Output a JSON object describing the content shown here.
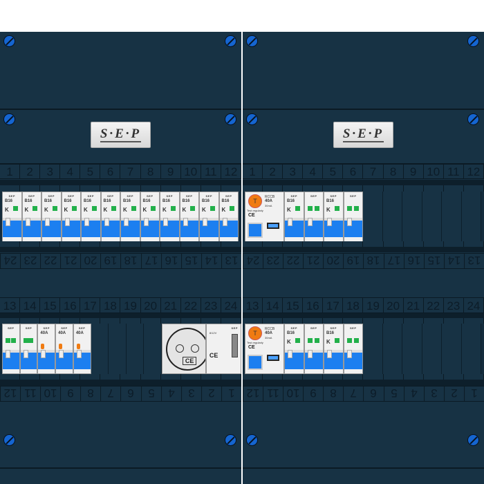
{
  "brand": "SEP",
  "logo_text": "S·E·P",
  "top_numbers": [
    "1",
    "2",
    "3",
    "4",
    "5",
    "6",
    "7",
    "8",
    "9",
    "10",
    "11",
    "12"
  ],
  "upper_flipped_numbers": [
    "24",
    "23",
    "22",
    "21",
    "20",
    "19",
    "18",
    "17",
    "16",
    "15",
    "14",
    "13"
  ],
  "lower_numbers": [
    "13",
    "14",
    "15",
    "16",
    "17",
    "18",
    "19",
    "20",
    "21",
    "22",
    "23",
    "24"
  ],
  "lower_flipped_numbers": [
    "12",
    "11",
    "10",
    "9",
    "8",
    "7",
    "6",
    "5",
    "4",
    "3",
    "2",
    "1"
  ],
  "colors": {
    "panel": "#173244",
    "lever": "#1c7ff0",
    "led": "#22b04a",
    "rcd_button": "#f07b12",
    "screw": "#1565d0"
  },
  "rcd": {
    "test": "T",
    "test_label": "Test regularly",
    "name": "RCCB",
    "rating": "40A",
    "sensitivity": "30mA",
    "ce": "CE"
  },
  "mcb": {
    "rating": "B16",
    "mark": "K"
  },
  "rcbo": {
    "rating": "40A"
  },
  "socket": {
    "ce": "CE"
  },
  "transformer": {
    "ce": "CE",
    "brand": "SEP",
    "rating": "8/12V"
  },
  "rails": {
    "top_left": [
      "mcb",
      "mcb",
      "mcb",
      "mcb",
      "mcb",
      "mcb",
      "mcb",
      "mcb",
      "mcb",
      "mcb",
      "mcb",
      "mcb"
    ],
    "top_right": [
      "rcd",
      "mcb",
      "aux",
      "mcb",
      "aux",
      "empty",
      "empty",
      "empty",
      "empty",
      "empty",
      "empty"
    ],
    "bottom_left": [
      "main",
      "aux",
      "rcbo",
      "rcbo",
      "rcbo",
      "empty",
      "empty",
      "empty",
      "empty",
      "socket",
      "transformer"
    ],
    "bottom_right": [
      "rcd",
      "mcb",
      "aux",
      "mcb",
      "aux",
      "empty",
      "empty",
      "empty",
      "empty",
      "empty",
      "empty"
    ]
  }
}
